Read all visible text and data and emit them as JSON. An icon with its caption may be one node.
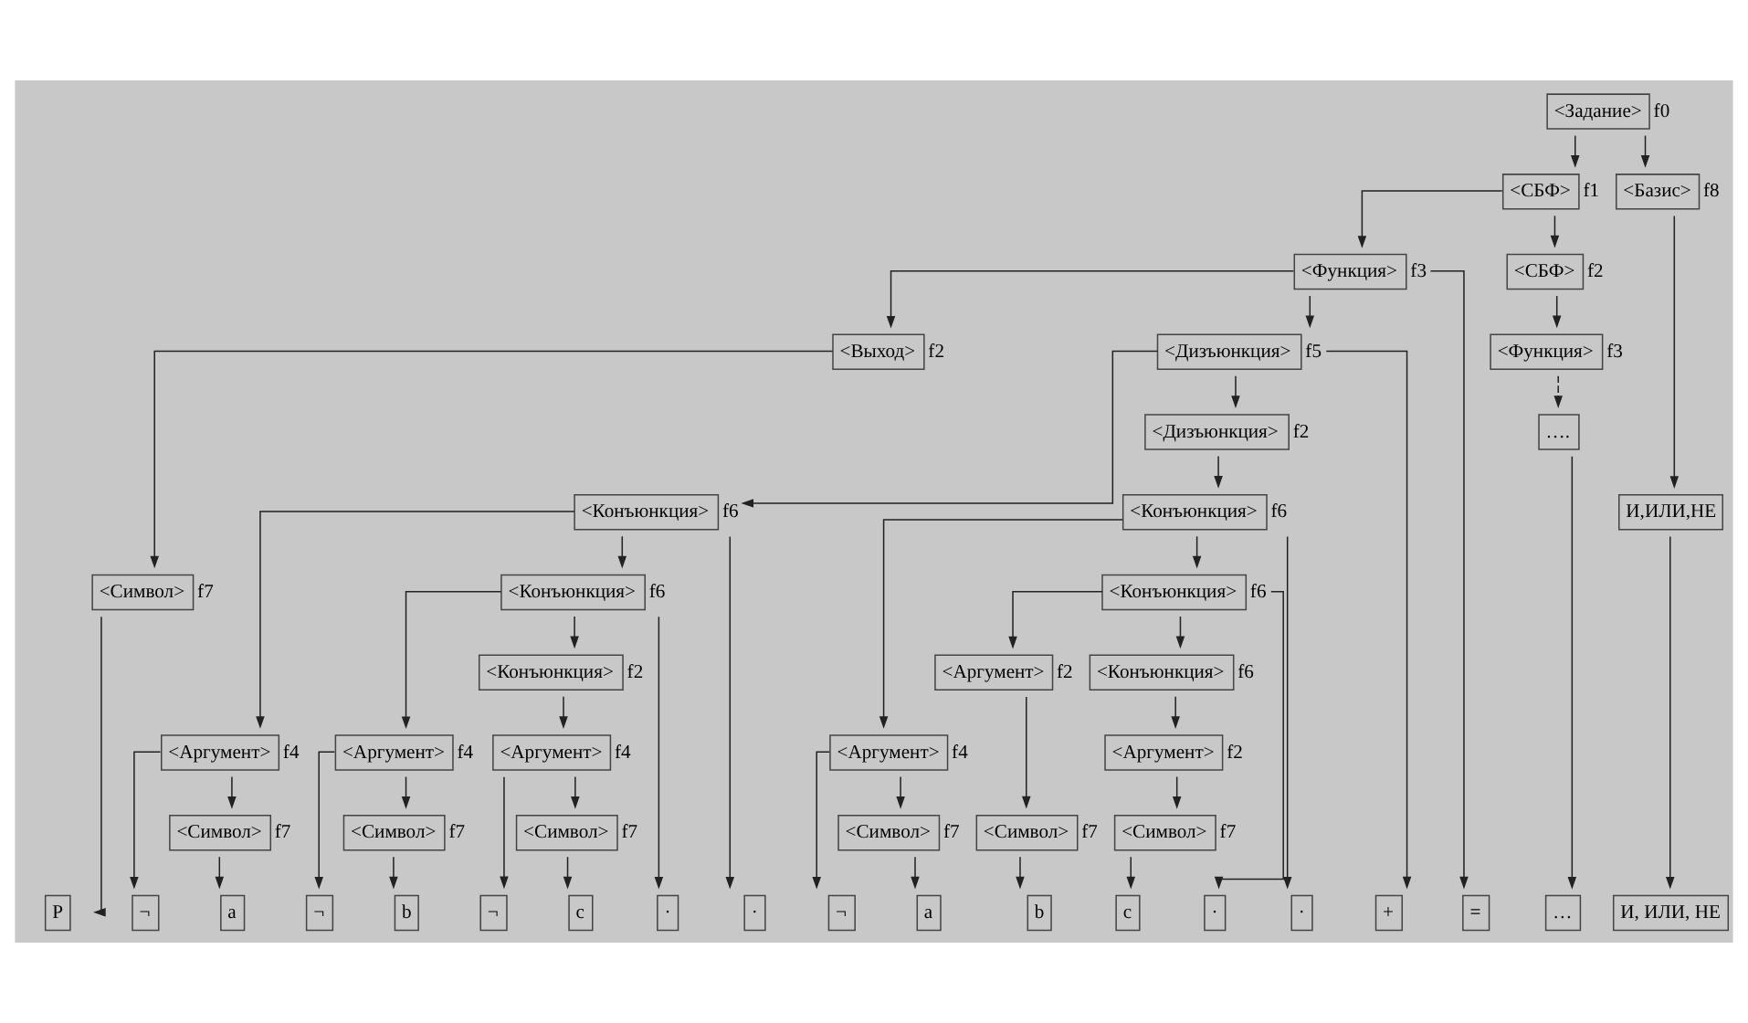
{
  "diagram": {
    "nodes": [
      {
        "text": [
          "<Задание>"
        ],
        "beside": [
          "f0"
        ]
      },
      {
        "text": [
          "<СБФ>"
        ],
        "beside": [
          "f1"
        ]
      },
      {
        "text": [
          "<Базис>"
        ],
        "beside": [
          "f8"
        ]
      },
      {
        "text": [
          "<Функция>"
        ],
        "beside": [
          "f3"
        ]
      },
      {
        "text": [
          "<СБФ>"
        ],
        "beside": [
          "f2"
        ]
      },
      {
        "text": [
          "И,ИЛИ,НЕ"
        ]
      },
      {
        "text": [
          "<Выход>"
        ],
        "beside": [
          "f2"
        ]
      },
      {
        "text": [
          "<Дизъюнкция>"
        ],
        "beside": [
          "f5"
        ]
      },
      {
        "text": [
          "<Функция>"
        ],
        "beside": [
          "f3"
        ]
      },
      {
        "text": [
          "<Символ>"
        ],
        "beside": [
          "f7"
        ]
      },
      {
        "text": [
          "<Конъюнкция>"
        ],
        "beside": [
          "f6"
        ]
      },
      {
        "text": [
          "<Дизъюнкция>"
        ],
        "beside": [
          "f2"
        ]
      },
      {
        "text": [
          "…."
        ]
      },
      {
        "text": [
          "<Аргумент>"
        ],
        "beside": [
          "f4"
        ]
      },
      {
        "text": [
          "<Конъюнкция>"
        ],
        "beside": [
          "f6"
        ]
      },
      {
        "text": [
          "<Конъюнкция>"
        ],
        "beside": [
          "f6"
        ]
      },
      {
        "text": [
          "<Символ>"
        ],
        "beside": [
          "f7"
        ]
      },
      {
        "text": [
          "<Аргумент>"
        ],
        "beside": [
          "f4"
        ]
      },
      {
        "text": [
          "<Конъюнкция>"
        ],
        "beside": [
          "f2"
        ]
      },
      {
        "text": [
          "<Аргумент>"
        ],
        "beside": [
          "f4"
        ]
      },
      {
        "text": [
          "<Конъюнкция>"
        ],
        "beside": [
          "f6"
        ]
      },
      {
        "text": [
          "<Символ>"
        ],
        "beside": [
          "f7"
        ]
      },
      {
        "text": [
          "<Аргумент>"
        ],
        "beside": [
          "f4"
        ]
      },
      {
        "text": [
          "<Символ>"
        ],
        "beside": [
          "f7"
        ]
      },
      {
        "text": [
          "<Аргумент>"
        ],
        "beside": [
          "f2"
        ]
      },
      {
        "text": [
          "<Конъюнкция>"
        ],
        "beside": [
          "f6"
        ]
      },
      {
        "text": [
          "<Символ>"
        ],
        "beside": [
          "f7"
        ]
      },
      {
        "text": [
          "<Символ>"
        ],
        "beside": [
          "f7"
        ]
      },
      {
        "text": [
          "<Аргумент>"
        ],
        "beside": [
          "f2"
        ]
      },
      {
        "text": [
          "<Символ>"
        ],
        "beside": [
          "f7"
        ]
      },
      {
        "text": [
          "P"
        ]
      },
      {
        "text": [
          "="
        ]
      },
      {
        "text": [
          "¬"
        ]
      },
      {
        "text": [
          "a"
        ]
      },
      {
        "text": [
          "·"
        ]
      },
      {
        "text": [
          "¬"
        ]
      },
      {
        "text": [
          "b"
        ]
      },
      {
        "text": [
          "·"
        ]
      },
      {
        "text": [
          "¬"
        ]
      },
      {
        "text": [
          "c"
        ]
      },
      {
        "text": [
          "+"
        ]
      },
      {
        "text": [
          "¬"
        ]
      },
      {
        "text": [
          "a"
        ]
      },
      {
        "text": [
          "·"
        ]
      },
      {
        "text": [
          "b"
        ]
      },
      {
        "text": [
          "·"
        ]
      },
      {
        "text": [
          "c"
        ]
      },
      {
        "text": [
          "…"
        ]
      },
      {
        "text": [
          "И, ИЛИ, НЕ"
        ]
      }
    ],
    "edges": [
      {
        "from": 0,
        "to": 1,
        "arrow": "to"
      },
      {
        "from": 0,
        "to": 2,
        "arrow": "to"
      },
      {
        "from": 1,
        "to": 3,
        "arrow": "to"
      },
      {
        "from": 1,
        "to": 4,
        "arrow": "to"
      },
      {
        "from": 2,
        "to": 5,
        "arrow": "to"
      },
      {
        "from": 3,
        "to": 6,
        "arrow": "to"
      },
      {
        "from": 3,
        "to": 7,
        "arrow": "to"
      },
      {
        "from": 3,
        "to": 31,
        "arrow": "to"
      },
      {
        "from": 4,
        "to": 8,
        "arrow": "to"
      },
      {
        "from": 5,
        "to": 48,
        "arrow": "to"
      },
      {
        "from": 6,
        "to": 9,
        "arrow": "to"
      },
      {
        "from": 7,
        "to": 10,
        "arrow": "to"
      },
      {
        "from": 7,
        "to": 11,
        "arrow": "to"
      },
      {
        "from": 7,
        "to": 40,
        "arrow": "to"
      },
      {
        "from": 8,
        "to": 12,
        "arrow": "to",
        "style": "dashed"
      },
      {
        "from": 9,
        "to": 30,
        "arrow": "to"
      },
      {
        "from": 10,
        "to": 13,
        "arrow": "to"
      },
      {
        "from": 10,
        "to": 14,
        "arrow": "to"
      },
      {
        "from": 10,
        "to": 34,
        "arrow": "to"
      },
      {
        "from": 11,
        "to": 15,
        "arrow": "to"
      },
      {
        "from": 12,
        "to": 47,
        "arrow": "to"
      },
      {
        "from": 13,
        "to": 32,
        "arrow": "to"
      },
      {
        "from": 13,
        "to": 16,
        "arrow": "to"
      },
      {
        "from": 14,
        "to": 17,
        "arrow": "to"
      },
      {
        "from": 14,
        "to": 18,
        "arrow": "to"
      },
      {
        "from": 14,
        "to": 37,
        "arrow": "to"
      },
      {
        "from": 15,
        "to": 19,
        "arrow": "to"
      },
      {
        "from": 15,
        "to": 20,
        "arrow": "to"
      },
      {
        "from": 15,
        "to": 43,
        "arrow": "to"
      },
      {
        "from": 16,
        "to": 33,
        "arrow": "to"
      },
      {
        "from": 17,
        "to": 35,
        "arrow": "to"
      },
      {
        "from": 17,
        "to": 21,
        "arrow": "to"
      },
      {
        "from": 18,
        "to": 22,
        "arrow": "to"
      },
      {
        "from": 19,
        "to": 41,
        "arrow": "to"
      },
      {
        "from": 19,
        "to": 23,
        "arrow": "to"
      },
      {
        "from": 20,
        "to": 24,
        "arrow": "to"
      },
      {
        "from": 20,
        "to": 25,
        "arrow": "to"
      },
      {
        "from": 20,
        "to": 45,
        "arrow": "to"
      },
      {
        "from": 21,
        "to": 36,
        "arrow": "to"
      },
      {
        "from": 22,
        "to": 38,
        "arrow": "to"
      },
      {
        "from": 22,
        "to": 26,
        "arrow": "to"
      },
      {
        "from": 23,
        "to": 42,
        "arrow": "to"
      },
      {
        "from": 24,
        "to": 27,
        "arrow": "to"
      },
      {
        "from": 25,
        "to": 28,
        "arrow": "to"
      },
      {
        "from": 26,
        "to": 39,
        "arrow": "to"
      },
      {
        "from": 27,
        "to": 44,
        "arrow": "to"
      },
      {
        "from": 28,
        "to": 29,
        "arrow": "to"
      },
      {
        "from": 29,
        "to": 46,
        "arrow": "to"
      }
    ]
  }
}
